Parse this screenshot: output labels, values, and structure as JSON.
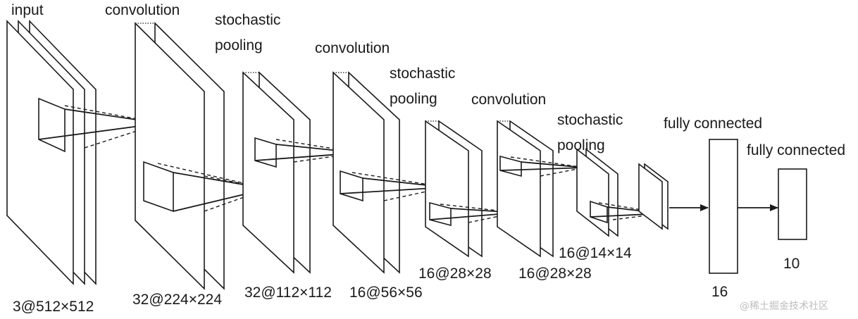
{
  "stages": {
    "input": {
      "title": "input",
      "size": "3@512×512"
    },
    "conv1": {
      "title": "convolution",
      "size": "32@224×224"
    },
    "pool1": {
      "title_line1": "stochastic",
      "title_line2": "pooling",
      "size": "32@112×112"
    },
    "conv2": {
      "title": "convolution",
      "size": "16@56×56"
    },
    "pool2": {
      "title_line1": "stochastic",
      "title_line2": "pooling",
      "size": "16@28×28"
    },
    "conv3": {
      "title": "convolution",
      "size": "16@28×28"
    },
    "pool3": {
      "title_line1": "stochastic",
      "title_line2": "pooling",
      "size": "16@14×14"
    },
    "fc1": {
      "title": "fully connected",
      "size": "16"
    },
    "fc2": {
      "title": "fully connected",
      "size": "10"
    }
  },
  "watermark": "@稀土掘金技术社区"
}
